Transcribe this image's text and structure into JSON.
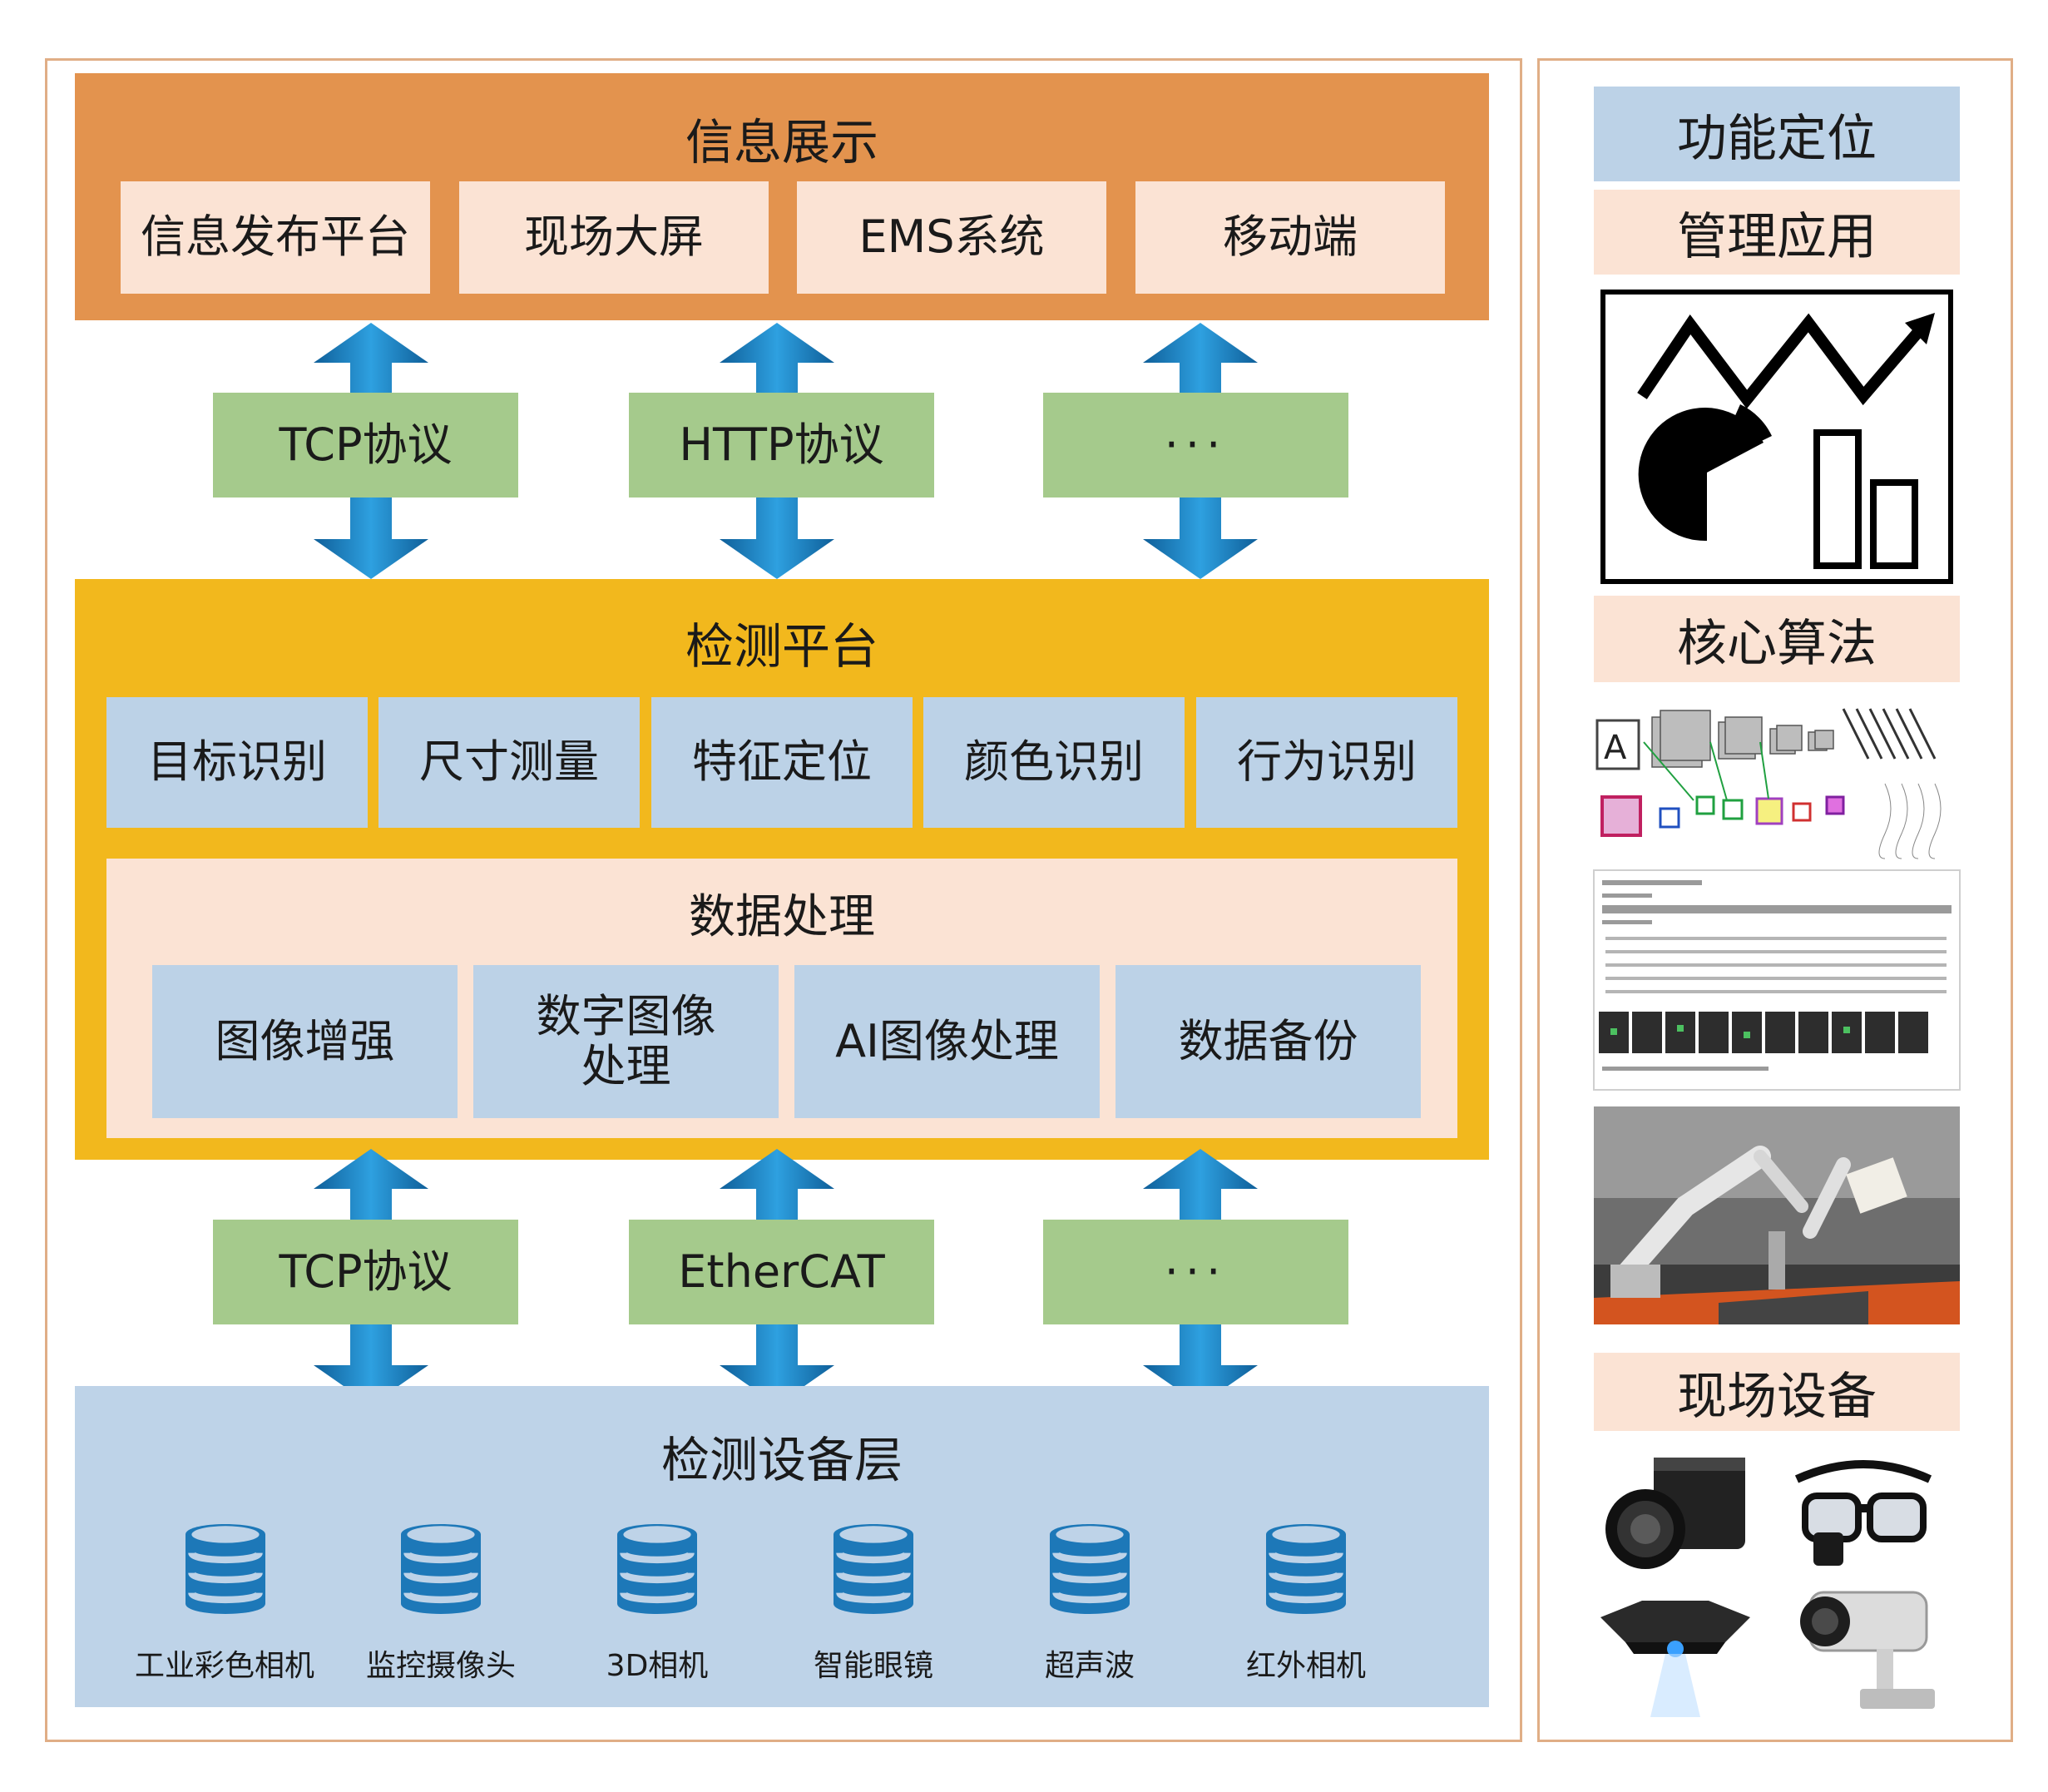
{
  "info_layer": {
    "title": "信息展示",
    "items": [
      "信息发布平台",
      "现场大屏",
      "EMS系统",
      "移动端"
    ]
  },
  "upper_protocols": [
    "TCP协议",
    "HTTP协议",
    "···"
  ],
  "detect_platform": {
    "title": "检测平台",
    "functions": [
      "目标识别",
      "尺寸测量",
      "特征定位",
      "颜色识别",
      "行为识别"
    ],
    "data_processing": {
      "title": "数据处理",
      "items": [
        "图像增强",
        "数字图像\n处理",
        "AI图像处理",
        "数据备份"
      ]
    }
  },
  "lower_protocols": [
    "TCP协议",
    "EtherCAT",
    "···"
  ],
  "device_layer": {
    "title": "检测设备层",
    "devices": [
      "工业彩色相机",
      "监控摄像头",
      "3D相机",
      "智能眼镜",
      "超声波",
      "红外相机"
    ]
  },
  "side_panel": {
    "header": "功能定位",
    "sections": [
      "管理应用",
      "核心算法",
      "现场设备"
    ]
  },
  "colors": {
    "info_band": "#e3934e",
    "platform_band": "#f2b81d",
    "device_band": "#bed3e8",
    "peach_box": "#fbe3d4",
    "light_blue_box": "#bcd2e7",
    "protocol_box": "#a5ca8c",
    "arrow": "#1a86c8",
    "frame": "#e0ae86"
  },
  "icons": [
    "double-arrow-icon",
    "database-icon",
    "chart-icon",
    "neural-network-icon",
    "software-screenshot-icon",
    "robot-arm-photo-icon",
    "camera-icon",
    "smart-glasses-icon",
    "3d-sensor-icon",
    "security-camera-icon"
  ]
}
